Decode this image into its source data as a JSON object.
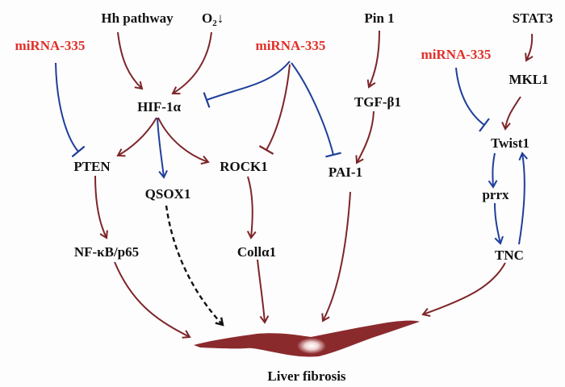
{
  "diagram": {
    "title": "miRNA-335 regulatory network in liver fibrosis",
    "colors": {
      "activation": "#7d2529",
      "inhibition": "#1f3f9c",
      "mirna_text": "#e0302a",
      "node_text": "#111111",
      "cell": "#8b2a2d",
      "indirect": "#111111"
    },
    "nodes": {
      "hh_pathway": "Hh pathway",
      "o2": "O",
      "o2_sub": "2",
      "o2_arrow": "↓",
      "pin1": "Pin 1",
      "stat3": "STAT3",
      "mirna_left": "miRNA-335",
      "mirna_center": "miRNA-335",
      "mirna_right": "miRNA-335",
      "hif1a": "HIF-1α",
      "tgfb1": "TGF-β1",
      "mkl1": "MKL1",
      "pten": "PTEN",
      "qsox1": "QSOX1",
      "rock1": "ROCK1",
      "pai1": "PAI-1",
      "twist1": "Twist1",
      "prrx": "prrx",
      "nfkb": "NF-κB/p65",
      "col1a1": "Collα1",
      "tnc": "TNC",
      "liver_fibrosis": "Liver fibrosis"
    },
    "edges": [
      {
        "from": "Hh pathway",
        "to": "HIF-1α",
        "type": "activation"
      },
      {
        "from": "O2↓",
        "to": "HIF-1α",
        "type": "activation"
      },
      {
        "from": "miRNA-335 (center)",
        "to": "HIF-1α",
        "type": "inhibition"
      },
      {
        "from": "miRNA-335 (center)",
        "to": "ROCK1",
        "type": "inhibition"
      },
      {
        "from": "miRNA-335 (center)",
        "to": "PAI-1",
        "type": "inhibition"
      },
      {
        "from": "miRNA-335 (left)",
        "to": "PTEN",
        "type": "inhibition"
      },
      {
        "from": "HIF-1α",
        "to": "PTEN",
        "type": "activation"
      },
      {
        "from": "HIF-1α",
        "to": "QSOX1",
        "type": "activation-blue"
      },
      {
        "from": "HIF-1α",
        "to": "ROCK1",
        "type": "activation"
      },
      {
        "from": "Pin 1",
        "to": "TGF-β1",
        "type": "activation"
      },
      {
        "from": "TGF-β1",
        "to": "PAI-1",
        "type": "activation"
      },
      {
        "from": "STAT3",
        "to": "MKL1",
        "type": "activation"
      },
      {
        "from": "MKL1",
        "to": "Twist1",
        "type": "activation"
      },
      {
        "from": "miRNA-335 (right)",
        "to": "Twist1",
        "type": "inhibition"
      },
      {
        "from": "Twist1",
        "to": "prrx",
        "type": "activation-blue"
      },
      {
        "from": "prrx",
        "to": "TNC",
        "type": "activation-blue"
      },
      {
        "from": "TNC",
        "to": "Twist1",
        "type": "activation-blue"
      },
      {
        "from": "PTEN",
        "to": "NF-κB/p65",
        "type": "activation"
      },
      {
        "from": "ROCK1",
        "to": "Collα1",
        "type": "activation"
      },
      {
        "from": "NF-κB/p65",
        "to": "Liver fibrosis",
        "type": "activation"
      },
      {
        "from": "QSOX1",
        "to": "Liver fibrosis",
        "type": "indirect"
      },
      {
        "from": "Collα1",
        "to": "Liver fibrosis",
        "type": "activation"
      },
      {
        "from": "PAI-1",
        "to": "Liver fibrosis",
        "type": "activation"
      },
      {
        "from": "TNC",
        "to": "Liver fibrosis",
        "type": "activation"
      }
    ]
  }
}
